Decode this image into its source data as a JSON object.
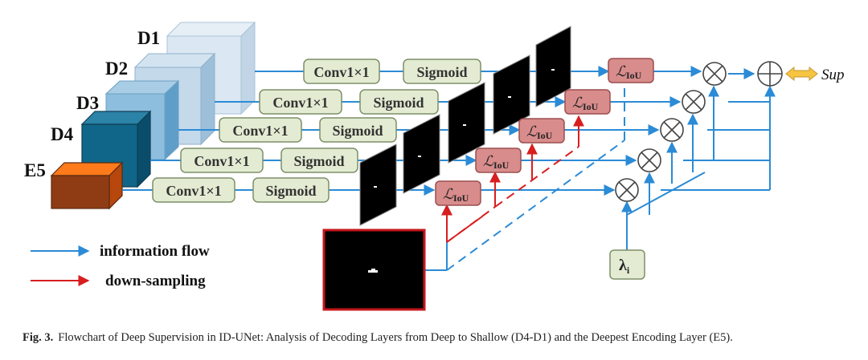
{
  "levels": [
    {
      "id": "D1",
      "label": "D1",
      "conv": "Conv1×1",
      "sig": "Sigmoid",
      "loss": "ℒ",
      "loss_sub": "IoU"
    },
    {
      "id": "D2",
      "label": "D2",
      "conv": "Conv1×1",
      "sig": "Sigmoid",
      "loss": "ℒ",
      "loss_sub": "IoU"
    },
    {
      "id": "D3",
      "label": "D3",
      "conv": "Conv1×1",
      "sig": "Sigmoid",
      "loss": "ℒ",
      "loss_sub": "IoU"
    },
    {
      "id": "D4",
      "label": "D4",
      "conv": "Conv1×1",
      "sig": "Sigmoid",
      "loss": "ℒ",
      "loss_sub": "IoU"
    },
    {
      "id": "E5",
      "label": "E5",
      "conv": "Conv1×1",
      "sig": "Sigmoid",
      "loss": "ℒ",
      "loss_sub": "IoU"
    }
  ],
  "lambda": {
    "main": "λ",
    "sub": "i"
  },
  "sup_label": "Sup",
  "legend": {
    "info_flow": "information flow",
    "down_sampling": "down-sampling"
  },
  "colors": {
    "blue": "#2b8bd6",
    "red": "#d81e1e",
    "box_fill": "#e3ecd3",
    "box_stroke": "#7d8f68",
    "loss_fill": "#d98c8c",
    "loss_stroke": "#9c4f4f"
  },
  "caption": {
    "label": "Fig. 3.",
    "text": "Flowchart of Deep Supervision in ID-UNet: Analysis of Decoding Layers from Deep to Shallow (D4-D1) and the Deepest Encoding Layer (E5)."
  }
}
